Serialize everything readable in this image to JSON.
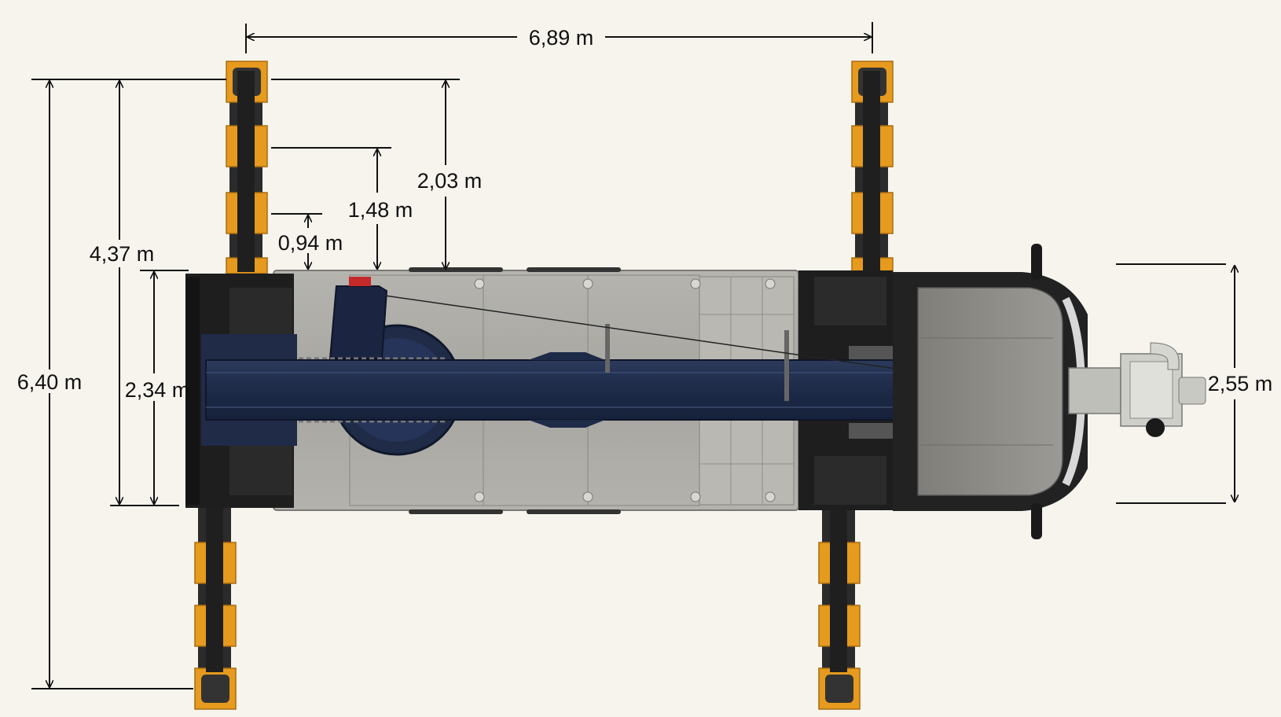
{
  "dimensions": {
    "outrigger_base_length": "6,89 m",
    "outrigger_span_full": "6,40 m",
    "outrigger_span_mid": "4,37 m",
    "outrigger_span_min": "2,34 m",
    "extension_stage_3": "2,03 m",
    "extension_stage_2": "1,48 m",
    "extension_stage_1": "0,94 m",
    "vehicle_width": "2,55 m"
  },
  "colors": {
    "background": "#f7f4ee",
    "pad_orange": "#e69a1e",
    "outrigger_beam": "#2b2b2b",
    "boom_navy": "#1d2a48",
    "deck_gray": "#a9a8a3",
    "cab_dark": "#222222",
    "cab_gray": "#8c8b86",
    "hook_light": "#cfcfca",
    "dimension_line": "#111111"
  }
}
